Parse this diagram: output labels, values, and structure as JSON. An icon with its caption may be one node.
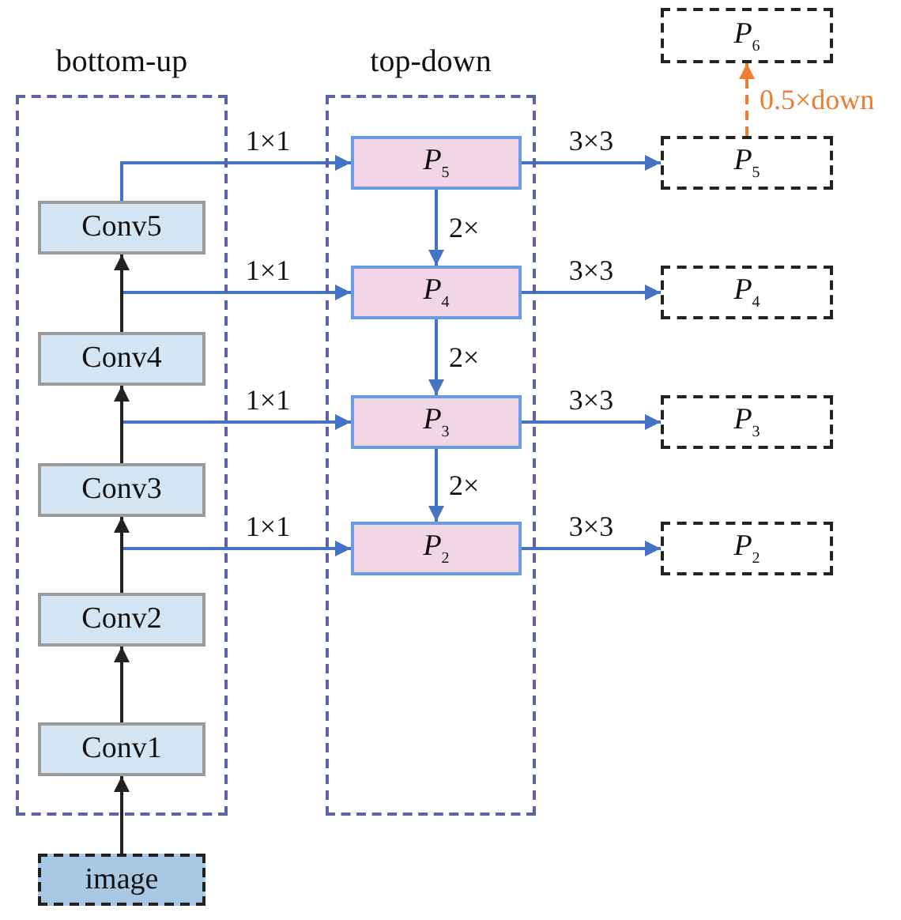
{
  "diagram": {
    "nodes": [
      {
        "text": [
          "bottom-up"
        ]
      },
      {
        "text": [
          "top-down"
        ]
      },
      {
        "text": [
          "*P*$_{6}$"
        ]
      },
      {
        "text": [
          "*P*$_{5}$"
        ],
        "in": 1
      },
      {
        "text": [
          "*P*$_{5}$"
        ]
      },
      {
        "text": [
          "Conv5"
        ],
        "in": 0
      },
      {
        "text": [
          "*P*$_{4}$"
        ],
        "in": 1
      },
      {
        "text": [
          "*P*$_{4}$"
        ]
      },
      {
        "text": [
          "Conv4"
        ],
        "in": 0
      },
      {
        "text": [
          "*P*$_{3}$"
        ],
        "in": 1
      },
      {
        "text": [
          "*P*$_{3}$"
        ]
      },
      {
        "text": [
          "Conv3"
        ],
        "in": 0
      },
      {
        "text": [
          "*P*$_{2}$"
        ],
        "in": 1
      },
      {
        "text": [
          "*P*$_{2}$"
        ]
      },
      {
        "text": [
          "Conv2"
        ],
        "in": 0
      },
      {
        "text": [
          "Conv1"
        ],
        "in": 0
      },
      {
        "text": [
          "image"
        ]
      }
    ],
    "edges": [
      {
        "from": 16,
        "to": 15,
        "arrow": "to",
        "color": "#222222"
      },
      {
        "from": 15,
        "to": 14,
        "arrow": "to",
        "color": "#222222"
      },
      {
        "from": 14,
        "to": 11,
        "arrow": "to",
        "color": "#222222"
      },
      {
        "from": 11,
        "to": 8,
        "arrow": "to",
        "color": "#222222"
      },
      {
        "from": 8,
        "to": 5,
        "arrow": "to",
        "color": "#222222"
      },
      {
        "from": 5,
        "to": 3,
        "arrow": "to",
        "label": "1×1"
      },
      {
        "from": 8,
        "to": 6,
        "arrow": "to",
        "label": "1×1"
      },
      {
        "from": 11,
        "to": 9,
        "arrow": "to",
        "label": "1×1"
      },
      {
        "from": 14,
        "to": 12,
        "arrow": "to",
        "label": "1×1"
      },
      {
        "from": 3,
        "to": 6,
        "arrow": "to",
        "label": "2×"
      },
      {
        "from": 6,
        "to": 9,
        "arrow": "to",
        "label": "2×"
      },
      {
        "from": 9,
        "to": 12,
        "arrow": "to",
        "label": "2×"
      },
      {
        "from": 3,
        "to": 4,
        "arrow": "to",
        "label": "3×3"
      },
      {
        "from": 6,
        "to": 7,
        "arrow": "to",
        "label": "3×3"
      },
      {
        "from": 9,
        "to": 10,
        "arrow": "to",
        "label": "3×3"
      },
      {
        "from": 12,
        "to": 13,
        "arrow": "to",
        "label": "3×3"
      },
      {
        "from": 4,
        "to": 2,
        "arrow": "to",
        "label": "0.5×down",
        "style": "dashed",
        "color": "#ed7d31"
      }
    ]
  }
}
